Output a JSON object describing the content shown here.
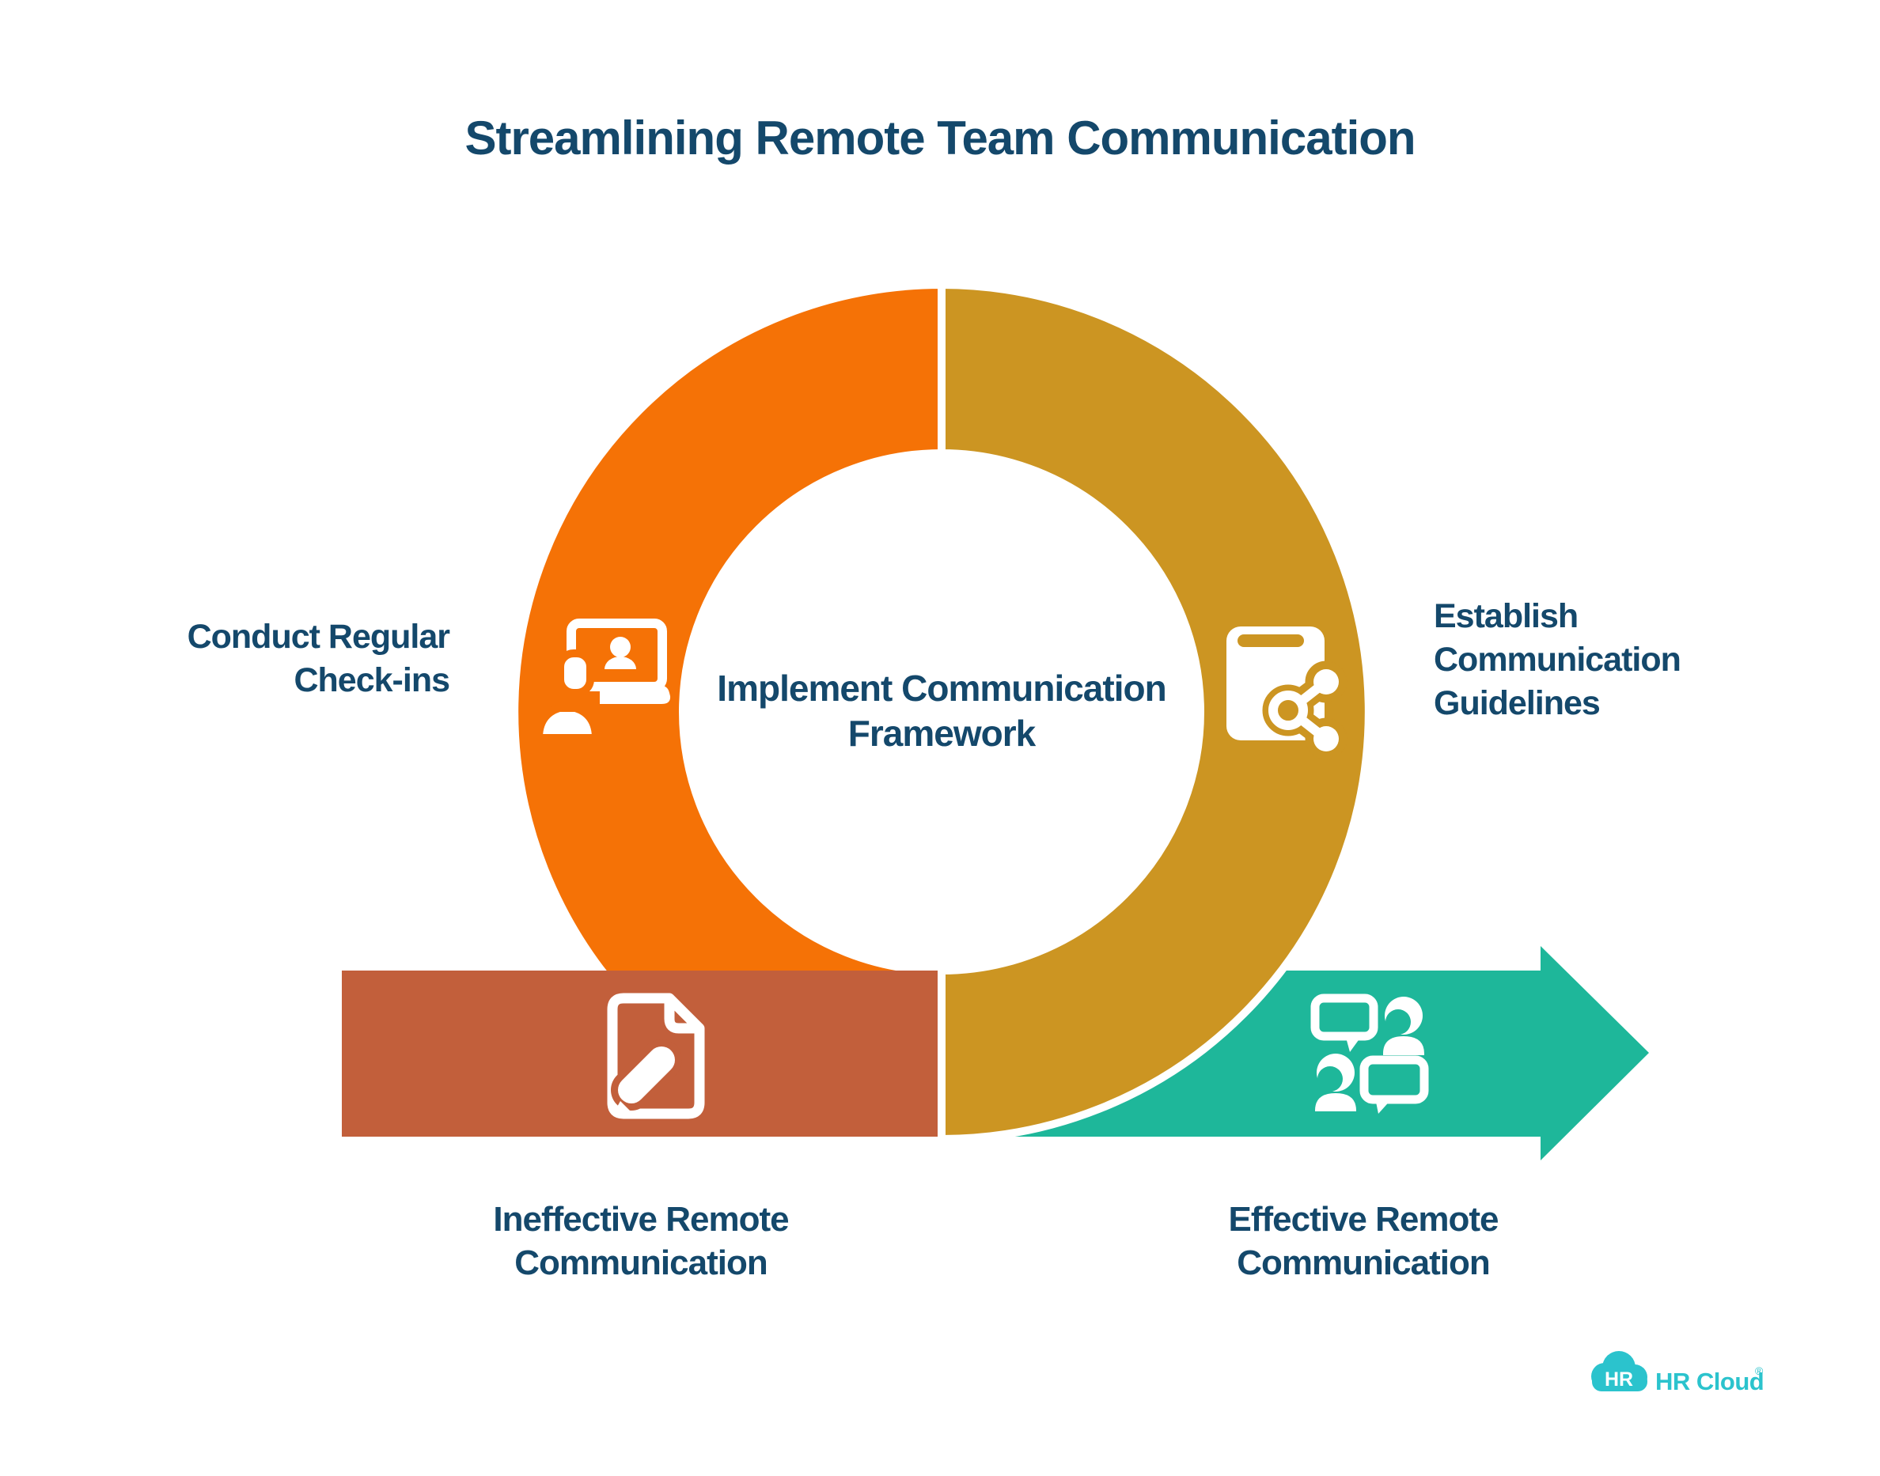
{
  "title": "Streamlining Remote Team Communication",
  "labels": {
    "center": [
      "Implement Communication",
      "Framework"
    ],
    "left": [
      "Conduct Regular",
      "Check-ins"
    ],
    "right": [
      "Establish",
      "Communication",
      "Guidelines"
    ],
    "bottom_left": [
      "Ineffective Remote",
      "Communication"
    ],
    "bottom_right": [
      "Effective Remote",
      "Communication"
    ]
  },
  "icons": {
    "left_half": "video-call-icon",
    "right_half": "book-share-icon",
    "bottom_bar": "document-edit-icon",
    "arrow": "people-chat-icon"
  },
  "logo": {
    "cloud_text": "HR",
    "wordmark": "HR Cloud",
    "registered": "®"
  },
  "colors": {
    "orange": "#F57206",
    "gold": "#CC9522",
    "sienna": "#C25F3B",
    "teal": "#1EB79A",
    "navy": "#14486B",
    "logoteal": "#2BC3CD",
    "white": "#FFFFFF"
  }
}
